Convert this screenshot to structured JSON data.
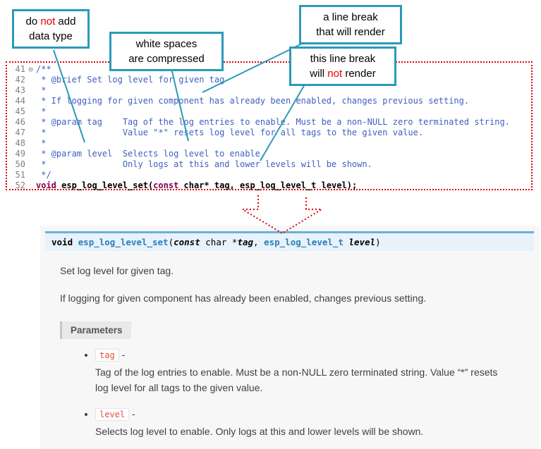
{
  "colors": {
    "callout_border": "#2b9ab8",
    "red_accent": "#e10000",
    "comment_blue": "#3f5fbf",
    "keyword_purple": "#7f0055",
    "sig_bar_bg": "#e7f2fa",
    "sig_bar_border": "#6ab0de",
    "doc_link_blue": "#2980b9",
    "param_chip_red": "#e74c3c"
  },
  "callouts": [
    {
      "id": "no-datatype",
      "lines": [
        [
          {
            "t": "do "
          },
          {
            "t": "not",
            "c": "red"
          },
          {
            "t": " add"
          }
        ],
        [
          {
            "t": "data type"
          }
        ]
      ]
    },
    {
      "id": "whitespace",
      "lines": [
        [
          {
            "t": "white spaces"
          }
        ],
        [
          {
            "t": "are  compressed"
          }
        ]
      ]
    },
    {
      "id": "break-render",
      "lines": [
        [
          {
            "t": "a line break"
          }
        ],
        [
          {
            "t": "that will render"
          }
        ]
      ]
    },
    {
      "id": "break-norender",
      "lines": [
        [
          {
            "t": "this line break"
          }
        ],
        [
          {
            "t": "will "
          },
          {
            "t": "not",
            "c": "red"
          },
          {
            "t": " render"
          }
        ]
      ]
    }
  ],
  "code": {
    "lines": [
      {
        "num": "41",
        "fold": "⊖",
        "segments": [
          {
            "t": "/**",
            "c": "comment"
          }
        ]
      },
      {
        "num": "42",
        "segments": [
          {
            "t": " * @brief Set log level for given tag",
            "c": "comment"
          }
        ]
      },
      {
        "num": "43",
        "segments": [
          {
            "t": " *",
            "c": "comment"
          }
        ]
      },
      {
        "num": "44",
        "segments": [
          {
            "t": " * If logging for given component has already been enabled, changes previous setting.",
            "c": "comment"
          }
        ]
      },
      {
        "num": "45",
        "segments": [
          {
            "t": " *",
            "c": "comment"
          }
        ]
      },
      {
        "num": "46",
        "segments": [
          {
            "t": " * @param tag    Tag of the log entries to enable. Must be a non-NULL zero terminated string.",
            "c": "comment"
          }
        ]
      },
      {
        "num": "47",
        "segments": [
          {
            "t": " *               Value \"*\" resets log level for all tags to the given value.",
            "c": "comment"
          }
        ]
      },
      {
        "num": "48",
        "segments": [
          {
            "t": " *",
            "c": "comment"
          }
        ]
      },
      {
        "num": "49",
        "segments": [
          {
            "t": " * @param level  Selects log level to enable.",
            "c": "comment"
          }
        ]
      },
      {
        "num": "50",
        "segments": [
          {
            "t": " *               Only logs at this and lower levels will be shown.",
            "c": "comment"
          }
        ]
      },
      {
        "num": "51",
        "segments": [
          {
            "t": " */",
            "c": "comment"
          }
        ]
      },
      {
        "num": "52",
        "segments": [
          {
            "t": "void",
            "c": "kw"
          },
          {
            "t": " esp_log_level_set(",
            "c": "code"
          },
          {
            "t": "const",
            "c": "kw"
          },
          {
            "t": " char* tag, esp_log_level_t level);",
            "c": "code"
          }
        ]
      }
    ]
  },
  "doc": {
    "signature": [
      {
        "t": "void ",
        "c": "kw"
      },
      {
        "t": "esp_log_level_set",
        "c": "name"
      },
      {
        "t": "(",
        "c": "p"
      },
      {
        "t": "const",
        "c": "kwi"
      },
      {
        "t": " char *",
        "c": "p"
      },
      {
        "t": "tag",
        "c": "arg"
      },
      {
        "t": ", ",
        "c": "p"
      },
      {
        "t": "esp_log_level_t",
        "c": "type"
      },
      {
        "t": " ",
        "c": "p"
      },
      {
        "t": "level",
        "c": "arg"
      },
      {
        "t": ")",
        "c": "p"
      }
    ],
    "brief": "Set log level for given tag.",
    "detail": "If logging for given component has already been enabled, changes previous setting.",
    "parameters_label": "Parameters",
    "params": [
      {
        "name": "tag",
        "desc": "Tag of the log entries to enable. Must be a non-NULL zero terminated string. Value “*” resets log level for all tags to the given value."
      },
      {
        "name": "level",
        "desc": "Selects log level to enable. Only logs at this and lower levels will be shown."
      }
    ]
  }
}
